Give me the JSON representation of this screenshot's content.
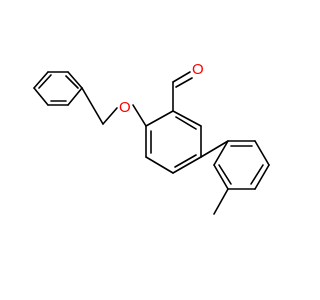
{
  "molecule": {
    "atoms": [
      {
        "id": "O_aldehyde",
        "label": "O",
        "color": "#ff0000"
      },
      {
        "id": "O_ether",
        "label": "O",
        "color": "#ff0000"
      }
    ],
    "bond_color": "#000000",
    "background": "#ffffff"
  }
}
